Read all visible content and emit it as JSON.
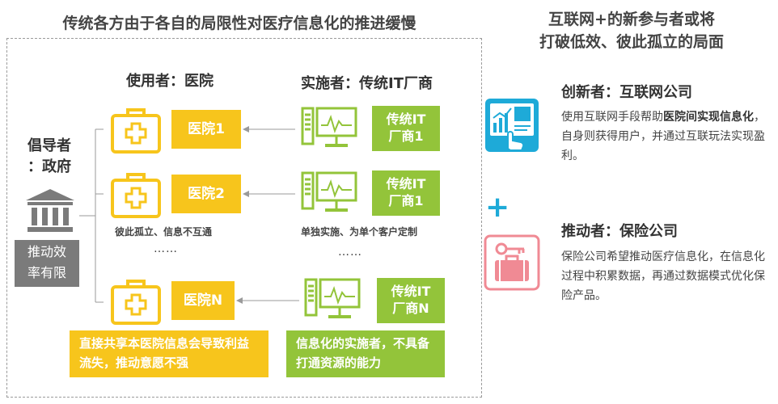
{
  "left_title": "传统各方由于各自的局限性对医疗信息化的推进缓慢",
  "right_title": [
    "互联网+的新参与者或将",
    "打破低效、彼此孤立的局面"
  ],
  "government": {
    "label_line1": "倡导者",
    "label_line2": "：政府",
    "box_line1": "推动效",
    "box_line2": "率有限"
  },
  "user_header": "使用者：医院",
  "vendor_header": "实施者：传统IT厂商",
  "hospitals": [
    "医院1",
    "医院2",
    "医院N"
  ],
  "vendors": [
    {
      "line1": "传统IT",
      "line2": "厂商1"
    },
    {
      "line1": "传统IT",
      "line2": "厂商1"
    },
    {
      "line1": "传统IT",
      "line2": "厂商N"
    }
  ],
  "hospital_note": "彼此孤立、信息不互通",
  "vendor_note": "单独实施、为单个客户定制",
  "dots": "……",
  "hospital_bottom_note": "直接共享本医院信息会导致利益流失，推动意愿不强",
  "vendor_bottom_note": "信息化的实施者，不具备打通资源的能力",
  "innovator": {
    "title": "创新者：互联网公司",
    "desc_pre": "使用互联网手段帮助",
    "desc_bold": "医院间实现信息化",
    "desc_post": "，自身则获得用户，并通过互联玩法实现盈利。"
  },
  "plus_sign": "+",
  "promoter": {
    "title": "推动者：保险公司",
    "desc": "保险公司希望推动医疗信息化，在信息化过程中积累数据，再通过数据模式优化保险产品。"
  },
  "colors": {
    "yellow": "#f7c51c",
    "green": "#93c43a",
    "gray": "#7b7b7b",
    "blue": "#1eaad8",
    "pink": "#f08a94"
  }
}
